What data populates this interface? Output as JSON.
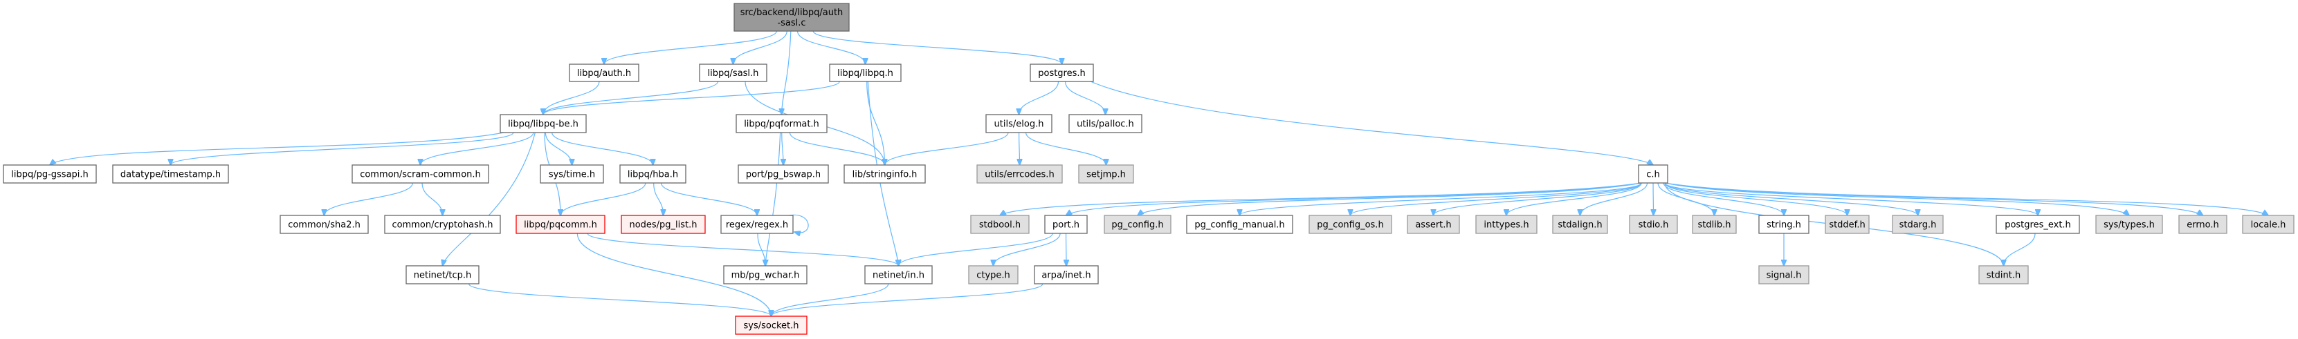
{
  "title": "src/backend/libpq/auth-sasl.c include dependency graph",
  "colors": {
    "edge": "#63b8ff",
    "root_fill": "#999999",
    "root_stroke": "#666666",
    "normal_fill": "#ffffff",
    "normal_stroke": "#666666",
    "system_fill": "#e0e0e0",
    "system_stroke": "#999999",
    "missing_fill": "#fff0f0",
    "missing_stroke": "#ff0000"
  },
  "nodes": [
    {
      "id": "root",
      "label": [
        "src/backend/libpq/auth",
        "-sasl.c"
      ],
      "kind": "root"
    },
    {
      "id": "auth",
      "label": [
        "libpq/auth.h"
      ],
      "kind": "normal"
    },
    {
      "id": "sasl",
      "label": [
        "libpq/sasl.h"
      ],
      "kind": "normal"
    },
    {
      "id": "libpq",
      "label": [
        "libpq/libpq.h"
      ],
      "kind": "normal"
    },
    {
      "id": "postgres",
      "label": [
        "postgres.h"
      ],
      "kind": "normal"
    },
    {
      "id": "libpqbe",
      "label": [
        "libpq/libpq-be.h"
      ],
      "kind": "normal"
    },
    {
      "id": "pqformat",
      "label": [
        "libpq/pqformat.h"
      ],
      "kind": "normal"
    },
    {
      "id": "elog",
      "label": [
        "utils/elog.h"
      ],
      "kind": "normal"
    },
    {
      "id": "palloc",
      "label": [
        "utils/palloc.h"
      ],
      "kind": "normal"
    },
    {
      "id": "gssapi",
      "label": [
        "libpq/pg-gssapi.h"
      ],
      "kind": "normal"
    },
    {
      "id": "timestamp",
      "label": [
        "datatype/timestamp.h"
      ],
      "kind": "normal"
    },
    {
      "id": "scram",
      "label": [
        "common/scram-common.h"
      ],
      "kind": "normal"
    },
    {
      "id": "systime",
      "label": [
        "sys/time.h"
      ],
      "kind": "normal"
    },
    {
      "id": "hba",
      "label": [
        "libpq/hba.h"
      ],
      "kind": "normal"
    },
    {
      "id": "bswap",
      "label": [
        "port/pg_bswap.h"
      ],
      "kind": "normal"
    },
    {
      "id": "stringinfo",
      "label": [
        "lib/stringinfo.h"
      ],
      "kind": "normal"
    },
    {
      "id": "errcodes",
      "label": [
        "utils/errcodes.h"
      ],
      "kind": "system"
    },
    {
      "id": "setjmp",
      "label": [
        "setjmp.h"
      ],
      "kind": "system"
    },
    {
      "id": "ch",
      "label": [
        "c.h"
      ],
      "kind": "normal"
    },
    {
      "id": "sha2",
      "label": [
        "common/sha2.h"
      ],
      "kind": "normal"
    },
    {
      "id": "cryptohash",
      "label": [
        "common/cryptohash.h"
      ],
      "kind": "normal"
    },
    {
      "id": "pqcomm",
      "label": [
        "libpq/pqcomm.h"
      ],
      "kind": "missing"
    },
    {
      "id": "pglist",
      "label": [
        "nodes/pg_list.h"
      ],
      "kind": "missing"
    },
    {
      "id": "regex",
      "label": [
        "regex/regex.h"
      ],
      "kind": "normal"
    },
    {
      "id": "stdbool",
      "label": [
        "stdbool.h"
      ],
      "kind": "system"
    },
    {
      "id": "port",
      "label": [
        "port.h"
      ],
      "kind": "normal"
    },
    {
      "id": "pgconfig",
      "label": [
        "pg_config.h"
      ],
      "kind": "system"
    },
    {
      "id": "pgconfigmanual",
      "label": [
        "pg_config_manual.h"
      ],
      "kind": "normal"
    },
    {
      "id": "pgconfigos",
      "label": [
        "pg_config_os.h"
      ],
      "kind": "system"
    },
    {
      "id": "assert",
      "label": [
        "assert.h"
      ],
      "kind": "system"
    },
    {
      "id": "inttypes",
      "label": [
        "inttypes.h"
      ],
      "kind": "system"
    },
    {
      "id": "stdalign",
      "label": [
        "stdalign.h"
      ],
      "kind": "system"
    },
    {
      "id": "stdio",
      "label": [
        "stdio.h"
      ],
      "kind": "system"
    },
    {
      "id": "stdlib",
      "label": [
        "stdlib.h"
      ],
      "kind": "system"
    },
    {
      "id": "string",
      "label": [
        "string.h"
      ],
      "kind": "normal"
    },
    {
      "id": "stddef",
      "label": [
        "stddef.h"
      ],
      "kind": "system"
    },
    {
      "id": "stdarg",
      "label": [
        "stdarg.h"
      ],
      "kind": "system"
    },
    {
      "id": "postgresext",
      "label": [
        "postgres_ext.h"
      ],
      "kind": "normal"
    },
    {
      "id": "systypes",
      "label": [
        "sys/types.h"
      ],
      "kind": "system"
    },
    {
      "id": "errno",
      "label": [
        "errno.h"
      ],
      "kind": "system"
    },
    {
      "id": "locale",
      "label": [
        "locale.h"
      ],
      "kind": "system"
    },
    {
      "id": "tcp",
      "label": [
        "netinet/tcp.h"
      ],
      "kind": "normal"
    },
    {
      "id": "wchar",
      "label": [
        "mb/pg_wchar.h"
      ],
      "kind": "normal"
    },
    {
      "id": "netin",
      "label": [
        "netinet/in.h"
      ],
      "kind": "normal"
    },
    {
      "id": "ctype",
      "label": [
        "ctype.h"
      ],
      "kind": "system"
    },
    {
      "id": "arpainet",
      "label": [
        "arpa/inet.h"
      ],
      "kind": "normal"
    },
    {
      "id": "signal",
      "label": [
        "signal.h"
      ],
      "kind": "system"
    },
    {
      "id": "stdint",
      "label": [
        "stdint.h"
      ],
      "kind": "system"
    },
    {
      "id": "socket",
      "label": [
        "sys/socket.h"
      ],
      "kind": "missing"
    }
  ],
  "edges": [
    [
      "root",
      "auth"
    ],
    [
      "root",
      "sasl"
    ],
    [
      "root",
      "pqformat"
    ],
    [
      "root",
      "libpq"
    ],
    [
      "root",
      "postgres"
    ],
    [
      "auth",
      "libpqbe"
    ],
    [
      "sasl",
      "libpqbe"
    ],
    [
      "sasl",
      "stringinfo"
    ],
    [
      "libpq",
      "libpqbe"
    ],
    [
      "libpq",
      "stringinfo"
    ],
    [
      "libpq",
      "netin"
    ],
    [
      "postgres",
      "elog"
    ],
    [
      "postgres",
      "palloc"
    ],
    [
      "postgres",
      "ch"
    ],
    [
      "libpqbe",
      "gssapi"
    ],
    [
      "libpqbe",
      "timestamp"
    ],
    [
      "libpqbe",
      "scram"
    ],
    [
      "libpqbe",
      "systime"
    ],
    [
      "libpqbe",
      "hba"
    ],
    [
      "libpqbe",
      "pqcomm"
    ],
    [
      "libpqbe",
      "tcp"
    ],
    [
      "pqformat",
      "bswap"
    ],
    [
      "pqformat",
      "stringinfo"
    ],
    [
      "pqformat",
      "wchar"
    ],
    [
      "elog",
      "stringinfo"
    ],
    [
      "elog",
      "errcodes"
    ],
    [
      "elog",
      "setjmp"
    ],
    [
      "scram",
      "sha2"
    ],
    [
      "scram",
      "cryptohash"
    ],
    [
      "hba",
      "pqcomm"
    ],
    [
      "hba",
      "pglist"
    ],
    [
      "hba",
      "regex"
    ],
    [
      "regex",
      "regex"
    ],
    [
      "regex",
      "wchar"
    ],
    [
      "pqcomm",
      "netin"
    ],
    [
      "pqcomm",
      "socket"
    ],
    [
      "tcp",
      "socket"
    ],
    [
      "netin",
      "socket"
    ],
    [
      "arpainet",
      "socket"
    ],
    [
      "port",
      "netin"
    ],
    [
      "port",
      "ctype"
    ],
    [
      "port",
      "arpainet"
    ],
    [
      "string",
      "signal"
    ],
    [
      "postgresext",
      "stdint"
    ],
    [
      "ch",
      "stdbool"
    ],
    [
      "ch",
      "port"
    ],
    [
      "ch",
      "pgconfig"
    ],
    [
      "ch",
      "pgconfigmanual"
    ],
    [
      "ch",
      "pgconfigos"
    ],
    [
      "ch",
      "assert"
    ],
    [
      "ch",
      "inttypes"
    ],
    [
      "ch",
      "stdalign"
    ],
    [
      "ch",
      "stdio"
    ],
    [
      "ch",
      "stdlib"
    ],
    [
      "ch",
      "string"
    ],
    [
      "ch",
      "stddef"
    ],
    [
      "ch",
      "stdarg"
    ],
    [
      "ch",
      "postgresext"
    ],
    [
      "ch",
      "systypes"
    ],
    [
      "ch",
      "errno"
    ],
    [
      "ch",
      "locale"
    ],
    [
      "ch",
      "stdint"
    ]
  ]
}
